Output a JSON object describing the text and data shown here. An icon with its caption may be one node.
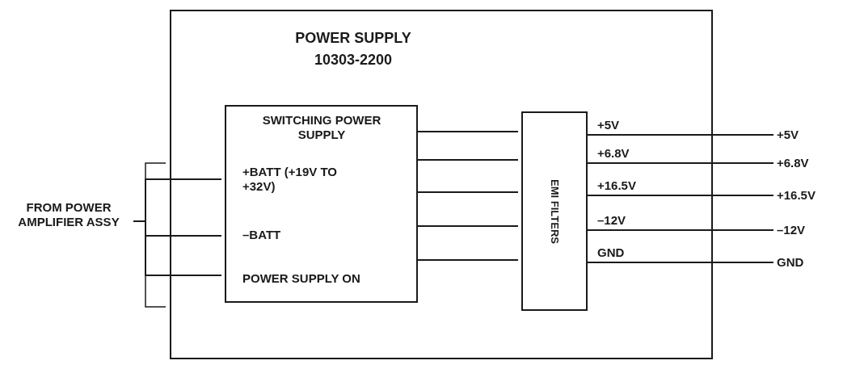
{
  "diagram": {
    "nodes": [
      {
        "text": [
          "POWER SUPPLY 10303-2200"
        ]
      },
      {
        "text": [
          "SWITCHING POWER SUPPLY",
          "+BATT (+19V TO +32V)",
          "–BATT",
          "POWER SUPPLY ON"
        ],
        "in": 0
      },
      {
        "text": [
          "EMI FILTERS"
        ],
        "in": 0
      },
      {
        "text": [
          "FROM POWER AMPLIFIER ASSY"
        ]
      },
      {
        "text": [
          "+5V"
        ]
      },
      {
        "text": [
          "+6.8V"
        ]
      },
      {
        "text": [
          "+16.5V"
        ]
      },
      {
        "text": [
          "–12V"
        ]
      },
      {
        "text": [
          "GND"
        ]
      }
    ],
    "edges": [
      {
        "from": 3,
        "to": 1,
        "arrow": "none"
      },
      {
        "from": 3,
        "to": 1,
        "arrow": "none"
      },
      {
        "from": 3,
        "to": 1,
        "arrow": "none"
      },
      {
        "from": 1,
        "to": 2,
        "arrow": "none"
      },
      {
        "from": 1,
        "to": 2,
        "arrow": "none"
      },
      {
        "from": 1,
        "to": 2,
        "arrow": "none"
      },
      {
        "from": 1,
        "to": 2,
        "arrow": "none"
      },
      {
        "from": 1,
        "to": 2,
        "arrow": "none"
      },
      {
        "from": 2,
        "to": 4,
        "arrow": "none",
        "label": "+5V"
      },
      {
        "from": 2,
        "to": 5,
        "arrow": "none",
        "label": "+6.8V"
      },
      {
        "from": 2,
        "to": 6,
        "arrow": "none",
        "label": "+16.5V"
      },
      {
        "from": 2,
        "to": 7,
        "arrow": "none",
        "label": "–12V"
      },
      {
        "from": 2,
        "to": 8,
        "arrow": "none",
        "label": "GND"
      }
    ]
  }
}
